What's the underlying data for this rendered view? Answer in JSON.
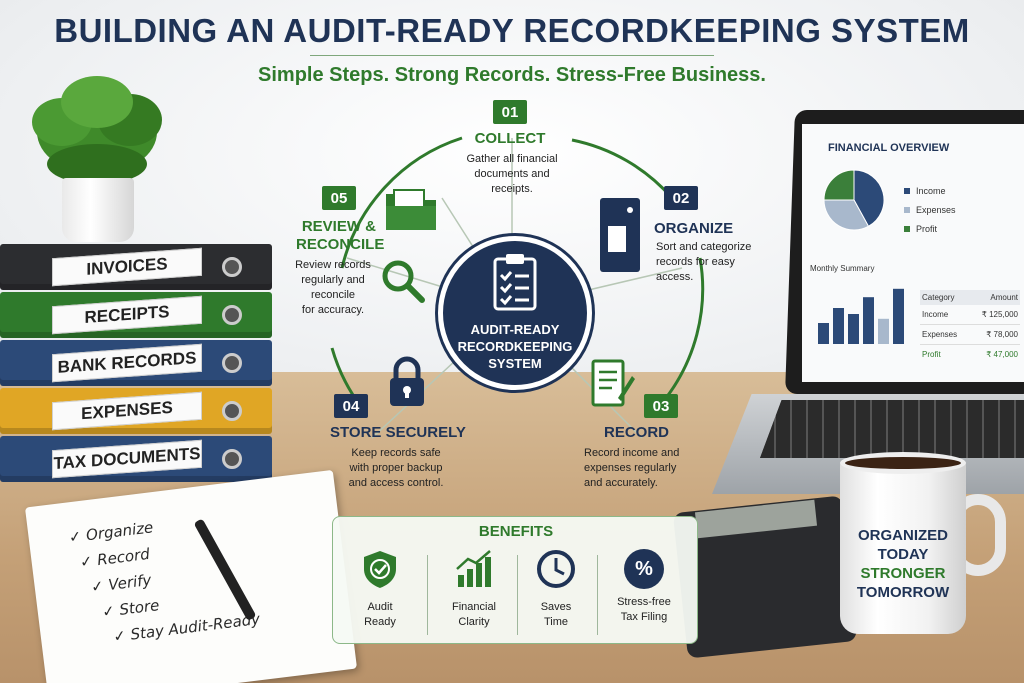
{
  "header": {
    "title": "BUILDING AN AUDIT-READY RECORDKEEPING SYSTEM",
    "subtitle": "Simple Steps. Strong Records. Stress-Free Business."
  },
  "binders": [
    "INVOICES",
    "RECEIPTS",
    "BANK RECORDS",
    "EXPENSES",
    "TAX DOCUMENTS"
  ],
  "center": {
    "line1": "AUDIT-READY",
    "line2": "RECORDKEEPING",
    "line3": "SYSTEM"
  },
  "steps": [
    {
      "num": "01",
      "title": "COLLECT",
      "text": [
        "Gather all financial",
        "documents and",
        "receipts."
      ]
    },
    {
      "num": "02",
      "title": "ORGANIZE",
      "text": [
        "Sort and categorize",
        "records for easy",
        "access."
      ]
    },
    {
      "num": "03",
      "title": "RECORD",
      "text": [
        "Record income and",
        "expenses regularly",
        "and accurately."
      ]
    },
    {
      "num": "04",
      "title": "STORE SECURELY",
      "text": [
        "Keep records safe",
        "with proper backup",
        "and access control."
      ]
    },
    {
      "num": "05",
      "title_line1": "REVIEW &",
      "title_line2": "RECONCILE",
      "text": [
        "Review records",
        "regularly and",
        "reconcile",
        "for accuracy."
      ]
    }
  ],
  "laptop": {
    "heading": "FINANCIAL OVERVIEW",
    "legend": [
      "Income",
      "Expenses",
      "Profit"
    ],
    "monthly": "Monthly Summary",
    "table_head": [
      "Category",
      "Amount"
    ],
    "rows": [
      [
        "Income",
        "₹ 125,000"
      ],
      [
        "Expenses",
        "₹ 78,000"
      ],
      [
        "Profit",
        "₹ 47,000"
      ]
    ],
    "pie_values": [
      0.42,
      0.33,
      0.25
    ],
    "bars": [
      0.35,
      0.6,
      0.5,
      0.78,
      0.42,
      0.92
    ],
    "colors": {
      "income": "#2c4a78",
      "expenses": "#a8b8cc",
      "profit": "#3b7f3a"
    }
  },
  "benefits": {
    "title": "BENEFITS",
    "items": [
      {
        "l1": "Audit",
        "l2": "Ready"
      },
      {
        "l1": "Financial",
        "l2": "Clarity"
      },
      {
        "l1": "Saves",
        "l2": "Time"
      },
      {
        "l1": "Stress-free",
        "l2": "Tax Filing"
      }
    ],
    "percent_glyph": "%"
  },
  "notebook": [
    "Organize",
    "Record",
    "Verify",
    "Store",
    "Stay Audit-Ready"
  ],
  "mug": {
    "l1": "ORGANIZED",
    "l2": "TODAY",
    "l3": "STRONGER",
    "l4": "TOMORROW"
  },
  "colors": {
    "navy": "#1f3356",
    "green": "#2f7a2c",
    "blue": "#2c4a78",
    "yellow": "#e0a625",
    "black": "#2c2d30"
  }
}
